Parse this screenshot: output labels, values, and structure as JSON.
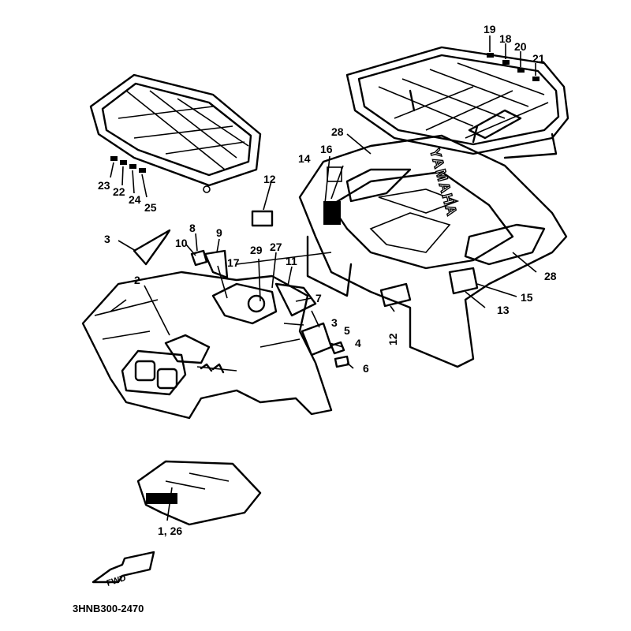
{
  "diagram": {
    "drawing_code": "3HNB300-2470",
    "brand_mark": "YAMAHA",
    "fwd_marker": "FWD",
    "callouts": {
      "c1": "1, 26",
      "c2": "2",
      "c3a": "3",
      "c3b": "3",
      "c4": "4",
      "c5": "5",
      "c6": "6",
      "c7": "7",
      "c8": "8",
      "c9": "9",
      "c10": "10",
      "c11": "11",
      "c12a": "12",
      "c12b": "12",
      "c13": "13",
      "c14": "14",
      "c15": "15",
      "c16": "16",
      "c17": "17",
      "c18": "18",
      "c19": "19",
      "c20": "20",
      "c21": "21",
      "c22": "22",
      "c23": "23",
      "c24": "24",
      "c25": "25",
      "c27": "27",
      "c28a": "28",
      "c28b": "28",
      "c29": "29"
    }
  }
}
